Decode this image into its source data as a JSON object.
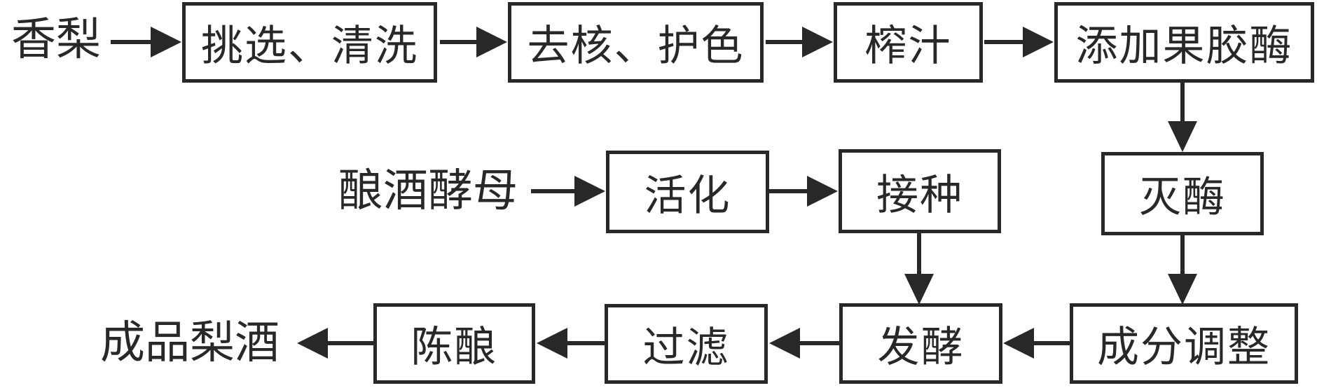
{
  "diagram": {
    "title": "pear-wine production flowchart",
    "background_color": "#ffffff",
    "line_color": "#282828",
    "nodes": {
      "pear": {
        "label": "香梨",
        "type": "text"
      },
      "select_wash": {
        "label": "挑选、清洗",
        "type": "box"
      },
      "core_color": {
        "label": "去核、护色",
        "type": "box"
      },
      "juice": {
        "label": "榨汁",
        "type": "box"
      },
      "pectinase": {
        "label": "添加果胶酶",
        "type": "box"
      },
      "yeast": {
        "label": "酿酒酵母",
        "type": "text"
      },
      "activate": {
        "label": "活化",
        "type": "box"
      },
      "inoculate": {
        "label": "接种",
        "type": "box"
      },
      "kill_enzyme": {
        "label": "灭酶",
        "type": "box"
      },
      "adjust": {
        "label": "成分调整",
        "type": "box"
      },
      "ferment": {
        "label": "发酵",
        "type": "box"
      },
      "filter": {
        "label": "过滤",
        "type": "box"
      },
      "age": {
        "label": "陈酿",
        "type": "box"
      },
      "product": {
        "label": "成品梨酒",
        "type": "text"
      }
    },
    "edges": [
      {
        "from": "香梨",
        "to": "挑选、清洗",
        "direction": "right"
      },
      {
        "from": "挑选、清洗",
        "to": "去核、护色",
        "direction": "right"
      },
      {
        "from": "去核、护色",
        "to": "榨汁",
        "direction": "right"
      },
      {
        "from": "榨汁",
        "to": "添加果胶酶",
        "direction": "right"
      },
      {
        "from": "添加果胶酶",
        "to": "灭酶",
        "direction": "down"
      },
      {
        "from": "酿酒酵母",
        "to": "活化",
        "direction": "right"
      },
      {
        "from": "活化",
        "to": "接种",
        "direction": "right"
      },
      {
        "from": "接种",
        "to": "发酵",
        "direction": "down"
      },
      {
        "from": "灭酶",
        "to": "成分调整",
        "direction": "down"
      },
      {
        "from": "成分调整",
        "to": "发酵",
        "direction": "left"
      },
      {
        "from": "发酵",
        "to": "过滤",
        "direction": "left"
      },
      {
        "from": "过滤",
        "to": "陈酿",
        "direction": "left"
      },
      {
        "from": "陈酿",
        "to": "成品梨酒",
        "direction": "left"
      }
    ]
  }
}
